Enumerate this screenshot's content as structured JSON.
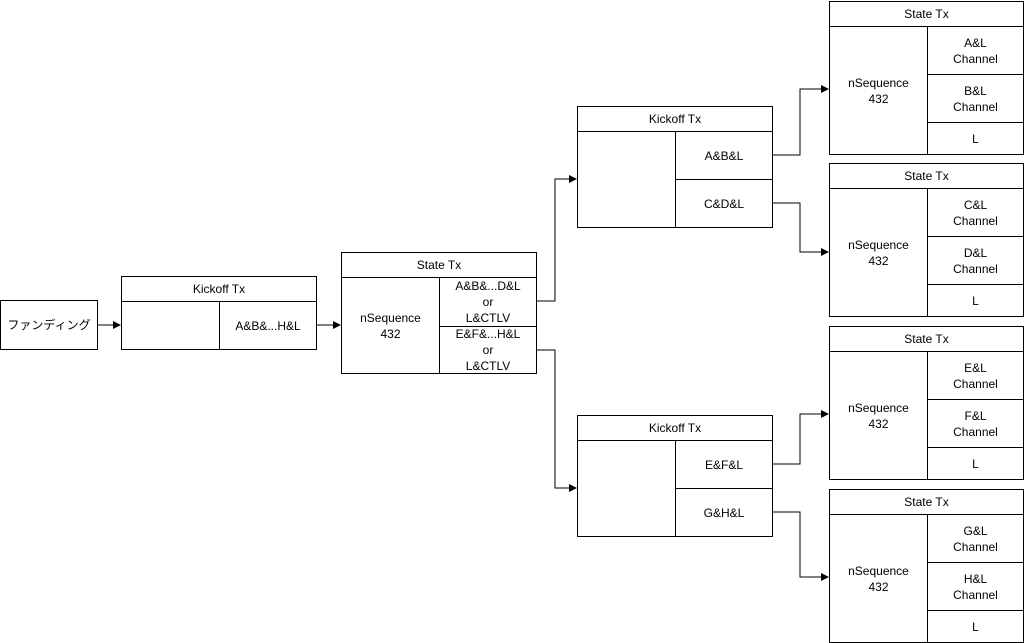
{
  "funding": {
    "label": "ファンディング"
  },
  "kickoff_root": {
    "title": "Kickoff Tx",
    "output": "A&B&...H&L"
  },
  "state_root": {
    "title": "State Tx",
    "sequence": "nSequence\n432",
    "outputs": [
      "A&B&...D&L\nor\nL&CTLV",
      "E&F&...H&L\nor\nL&CTLV"
    ]
  },
  "kickoff_upper": {
    "title": "Kickoff Tx",
    "outputs": [
      "A&B&L",
      "C&D&L"
    ]
  },
  "kickoff_lower": {
    "title": "Kickoff Tx",
    "outputs": [
      "E&F&L",
      "G&H&L"
    ]
  },
  "state_leaves": [
    {
      "title": "State Tx",
      "sequence": "nSequence\n432",
      "outputs": [
        "A&L\nChannel",
        "B&L\nChannel",
        "L"
      ]
    },
    {
      "title": "State Tx",
      "sequence": "nSequence\n432",
      "outputs": [
        "C&L\nChannel",
        "D&L\nChannel",
        "L"
      ]
    },
    {
      "title": "State Tx",
      "sequence": "nSequence\n432",
      "outputs": [
        "E&L\nChannel",
        "F&L\nChannel",
        "L"
      ]
    },
    {
      "title": "State Tx",
      "sequence": "nSequence\n432",
      "outputs": [
        "G&L\nChannel",
        "H&L\nChannel",
        "L"
      ]
    }
  ]
}
